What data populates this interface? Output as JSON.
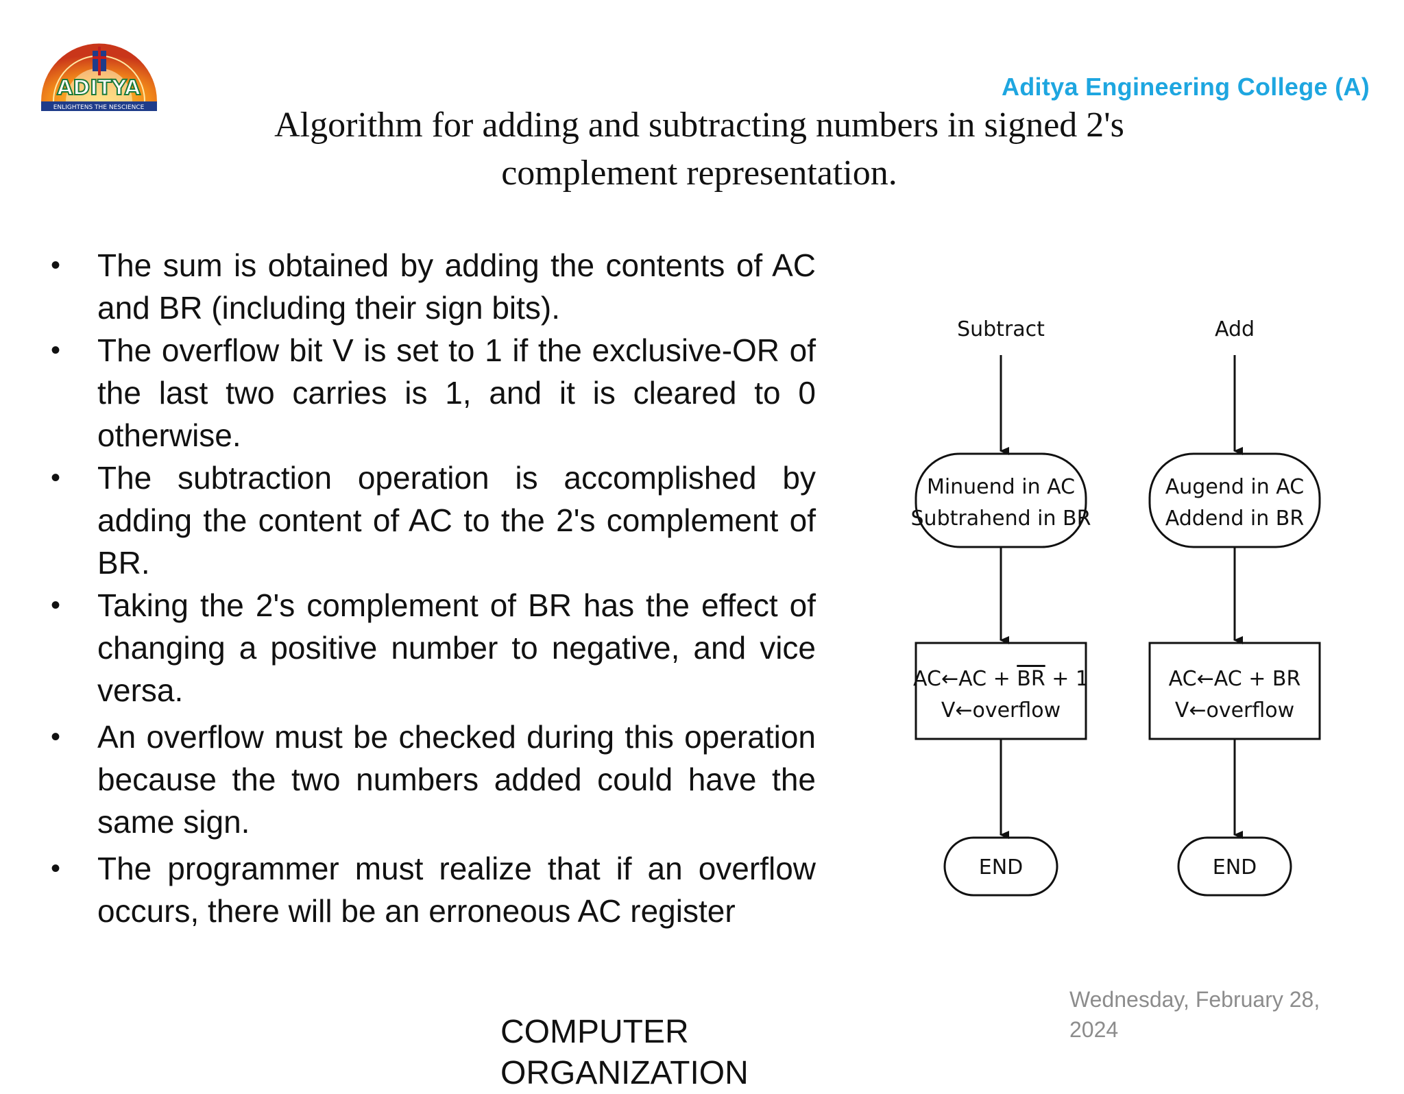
{
  "header": {
    "college": "Aditya Engineering College (A)",
    "logo_text": "ADITYA",
    "logo_tagline": "ENLIGHTENS THE NESCIENCE"
  },
  "title": {
    "line1": "Algorithm for adding and subtracting numbers in signed 2's",
    "line2": "complement representation."
  },
  "bullets": [
    "The sum is obtained by adding the contents of AC and BR (including their sign bits).",
    "The overflow bit V is set to 1 if the exclusive-OR of the last two carries is 1, and it is cleared to 0 otherwise.",
    "The subtraction operation is accomplished by adding the content of AC to the 2's complement of BR.",
    "Taking the 2's complement of BR has the effect of changing a positive number to negative, and vice versa.",
    "An overflow must be checked during this operation because the two numbers added could have the same sign.",
    "The programmer must realize that if an overflow occurs, there will be an erroneous AC register"
  ],
  "flowchart": {
    "subtract": {
      "label": "Subtract",
      "start_line1": "Minuend in AC",
      "start_line2": "Subtrahend in BR",
      "op_line1_pre": "AC←AC + ",
      "op_line1_bar": "BR",
      "op_line1_post": " + 1",
      "op_line2": "V←overflow",
      "end": "END"
    },
    "add": {
      "label": "Add",
      "start_line1": "Augend in AC",
      "start_line2": "Addend in BR",
      "op_line1": "AC←AC + BR",
      "op_line2": "V←overflow",
      "end": "END"
    }
  },
  "footer": {
    "date_line1": "Wednesday, February 28,",
    "date_line2": "2024",
    "course_line1": "COMPUTER",
    "course_line2": "ORGANIZATION"
  }
}
